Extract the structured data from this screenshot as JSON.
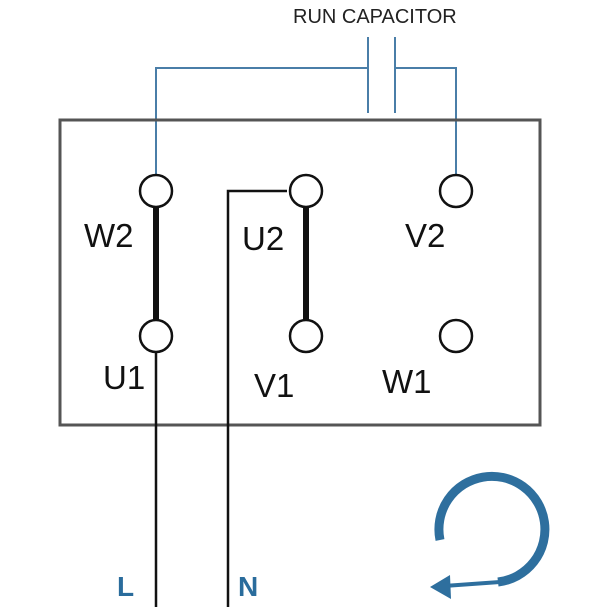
{
  "capacitor": {
    "label": "RUN CAPACITOR"
  },
  "terminals": {
    "w2": "W2",
    "u2": "U2",
    "v2": "V2",
    "u1": "U1",
    "v1": "V1",
    "w1": "W1"
  },
  "supply": {
    "live": "L",
    "neutral": "N"
  },
  "colors": {
    "capacitor_wire": "#4a7ea8",
    "supply_label": "#2a6c9c",
    "rotation_arrow": "#2e6f9e",
    "terminal_box": "#555555"
  },
  "rotation": {
    "direction": "counter-clockwise",
    "icon": "rotation-arrow-icon"
  }
}
